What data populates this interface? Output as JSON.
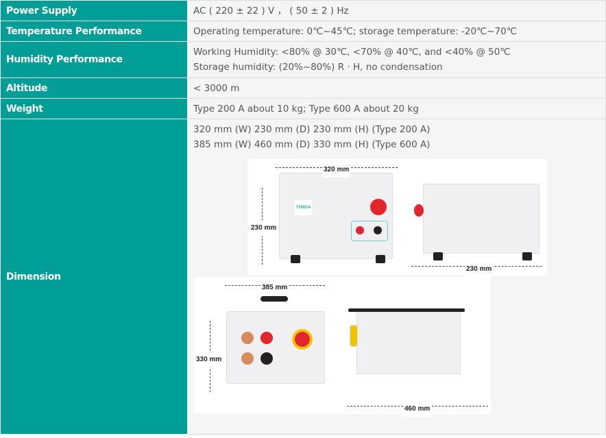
{
  "rows": [
    {
      "label": "Power Supply",
      "value": [
        "AC ( 220 ± 22 ) V ， ( 50 ± 2 ) Hz"
      ]
    },
    {
      "label": "Temperature Performance",
      "value": [
        "Operating temperature: 0℃~45℃; storage temperature: -20℃~70℃"
      ]
    },
    {
      "label": "Humidity Performance",
      "value": [
        "Working Humidity: <80% @ 30℃, <70% @ 40℃, and <40% @ 50℃",
        "Storage humidity: (20%~80%) R · H, no condensation"
      ]
    },
    {
      "label": "Altitude",
      "value": [
        "< 3000 m"
      ]
    },
    {
      "label": "Weight",
      "value": [
        "Type 200 A about 10 kg; Type 600 A about 20 kg"
      ]
    },
    {
      "label": "Dimension",
      "value": [
        "320 mm (W) 230 mm (D) 230 mm (H) (Type 200 A)",
        "385 mm (W) 460 mm (D) 330 mm (H) (Type 600 A)"
      ]
    }
  ],
  "figure": {
    "type200": {
      "width": "320 mm",
      "height": "230 mm",
      "depth": "230 mm"
    },
    "type600": {
      "width": "385 mm",
      "height": "330 mm",
      "depth": "460 mm"
    },
    "brand": "TUNGA"
  },
  "colors": {
    "header": "#009e96",
    "cell": "#f5f5f5"
  }
}
